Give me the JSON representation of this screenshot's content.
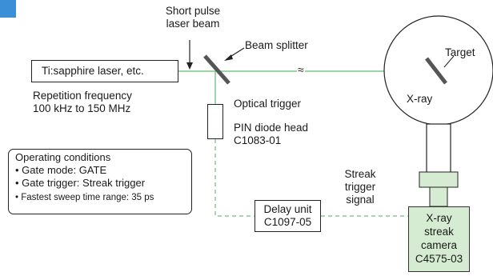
{
  "labels": {
    "short_pulse_line1": "Short pulse",
    "short_pulse_line2": "laser beam",
    "beam_splitter": "Beam splitter",
    "laser_source": "Ti:sapphire laser, etc.",
    "rep_freq_line1": "Repetition frequency",
    "rep_freq_line2": "100 kHz to 150 MHz",
    "optical_trigger": "Optical trigger",
    "pin_diode_line1": "PIN diode head",
    "pin_diode_line2": "C1083-01",
    "target": "Target",
    "xray": "X-ray",
    "streak_trigger_line1": "Streak",
    "streak_trigger_line2": "trigger",
    "streak_trigger_line3": "signal",
    "delay_unit_line1": "Delay unit",
    "delay_unit_line2": "C1097-05",
    "camera_line1": "X-ray",
    "camera_line2": "streak",
    "camera_line3": "camera",
    "camera_line4": "C4575-03",
    "break_symbol": "≈"
  },
  "operating_conditions": {
    "title": "Operating conditions",
    "items": [
      "• Gate mode: GATE",
      "• Gate trigger: Streak trigger",
      "• Fastest sweep time range: 35 ps"
    ]
  },
  "colors": {
    "beam": "#7cc98a",
    "trigger_line": "#6fbf7f",
    "camera_fill": "#d6ecd2",
    "corner_tab": "#3a8fd6",
    "splitter": "#555555"
  }
}
